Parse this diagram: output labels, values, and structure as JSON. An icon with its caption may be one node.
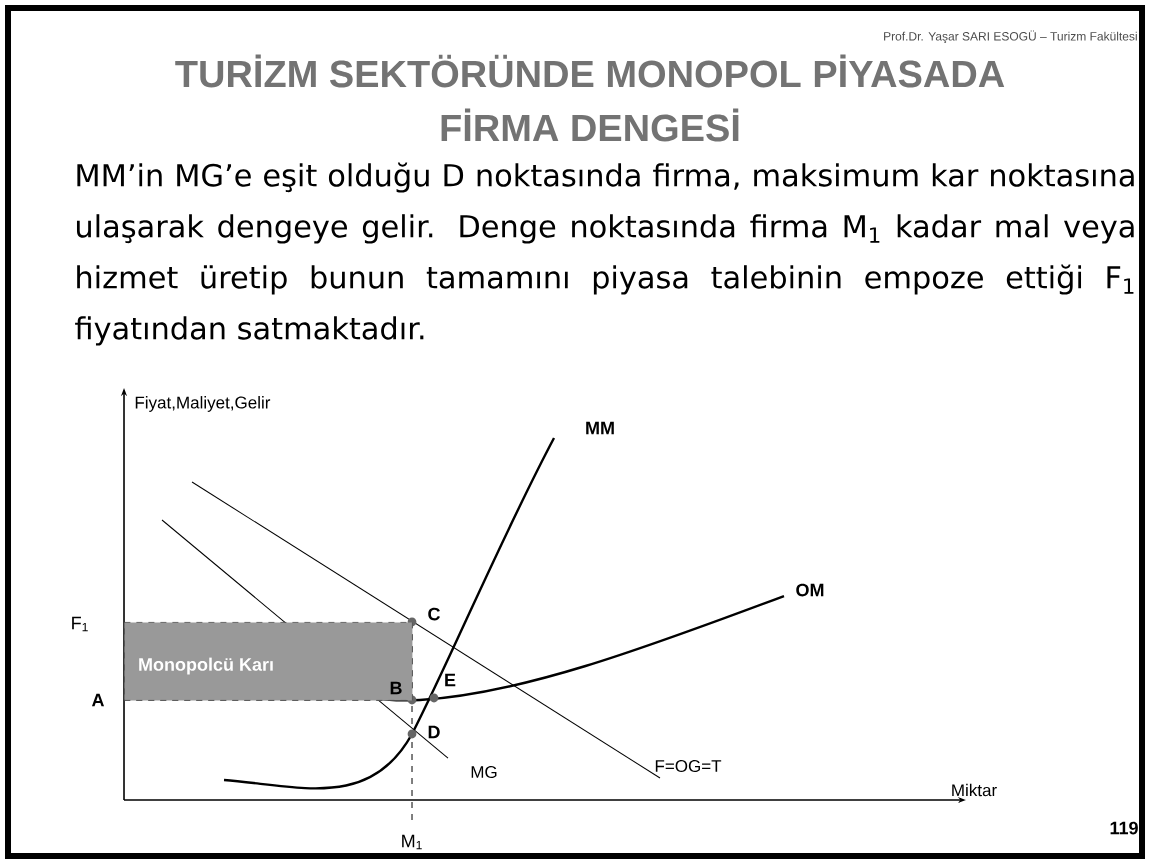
{
  "diagram": {
    "title": "TURİZM SEKTÖRÜNDE MONOPOL PİYASADA FİRMA DENGESİ",
    "nodes": [
      {
        "text": [
          "Monopolcü Karı"
        ]
      }
    ],
    "labels": [
      "Prof.Dr. Yaşar SARI  ESOGÜ – Turizm Fakültesi",
      "MM’in MG’e eşit olduğu D noktasında firma, maksimum kar noktasına ulaşarak dengeye gelir. Denge noktasında firma M$_{1}$ kadar mal veya hizmet üretip bunun tamamını piyasa talebinin empoze ettiği F$_{1}$ fiyatından satmaktadır.",
      "Fiyat,Maliyet,Gelir",
      "MM",
      "OM",
      "F$_{1}$",
      "C",
      "A",
      "E",
      "B",
      "D",
      "MG",
      "F=OG=T",
      "Miktar",
      "M$_{1}$",
      "119"
    ]
  }
}
